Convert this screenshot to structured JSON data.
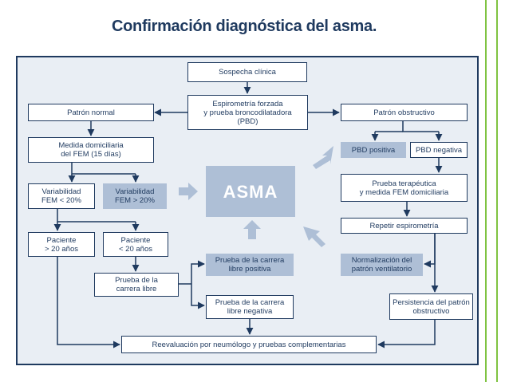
{
  "title": "Confirmación diagnóstica del asma.",
  "nodes": {
    "sospecha": "Sospecha clínica",
    "espirometria": "Espirometría forzada\ny prueba broncodilatadora\n(PBD)",
    "patron_normal": "Patrón normal",
    "patron_obstructivo": "Patrón obstructivo",
    "medida_domiciliaria": "Medida domiciliaria\ndel FEM (15 días)",
    "variabilidad_menor": "Variabilidad\nFEM < 20%",
    "variabilidad_mayor": "Variabilidad\nFEM > 20%",
    "asma": "ASMA",
    "pbd_positiva": "PBD positiva",
    "pbd_negativa": "PBD negativa",
    "prueba_terapeutica": "Prueba terapéutica\ny medida FEM domiciliaria",
    "repetir_espirometria": "Repetir espirometría",
    "paciente_mayor": "Paciente\n> 20 años",
    "paciente_menor": "Paciente\n< 20 años",
    "prueba_carrera": "Prueba de la\ncarrera libre",
    "carrera_positiva": "Prueba de la carrera\nlibre positiva",
    "carrera_negativa": "Prueba de la carrera\nlibre negativa",
    "normalizacion": "Normalización del\npatrón ventilatorio",
    "persistencia": "Persistencia del patrón\nobstructivo",
    "reevaluacion": "Reevaluación por neumólogo y pruebas complementarias"
  },
  "colors": {
    "border": "#1f3a5f",
    "highlight": "#aebfd6",
    "panel": "#e9eef4",
    "accent_rule": "#7fc341"
  }
}
